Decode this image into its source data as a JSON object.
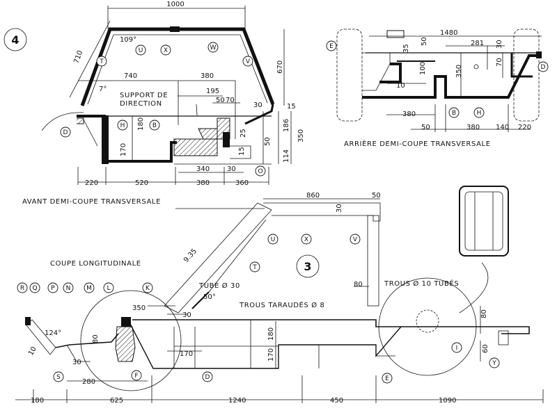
{
  "view_numbers": {
    "front": "4",
    "long": "3"
  },
  "captions": {
    "avant": "AVANT DEMI-COUPE TRANSVERSALE",
    "arriere": "ARRIÈRE DEMI-COUPE TRANSVERSALE",
    "longitudinale": "COUPE LONGITUDINALE",
    "support_line1": "SUPPORT DE",
    "support_line2": "DIRECTION",
    "tube": "TUBE Ø 30",
    "trous_taraudes": "TROUS TARAUDÉS Ø 8",
    "trous_tubes": "TROUS Ø 10 TUBÉS"
  },
  "front_dims": {
    "w1000": "1000",
    "h710": "710",
    "a109": "109°",
    "h670": "670",
    "w740": "740",
    "w380": "380",
    "a7": "7°",
    "w195": "195",
    "w50": "50",
    "w70": "70",
    "w30": "30",
    "w15": "15",
    "h180": "180",
    "h170": "170",
    "h186": "186",
    "h350": "350",
    "h25": "25",
    "h50": "50",
    "h15": "15",
    "h114": "114",
    "w340": "340",
    "w30b": "30",
    "w220": "220",
    "w520": "520",
    "w380b": "380",
    "w360": "360"
  },
  "rear_dims": {
    "w1480": "1480",
    "w281": "281",
    "h35": "35",
    "h50": "50",
    "h30": "30",
    "h100": "100",
    "h70": "70",
    "w10": "10",
    "h350": "350",
    "w380": "380",
    "w50": "50",
    "w380b": "380",
    "w140": "140",
    "w220": "220"
  },
  "long_dims": {
    "w860": "860",
    "w50": "50",
    "h30": "30",
    "d935": "9.35",
    "a50": "50°",
    "w80": "80",
    "w350": "350",
    "w30": "30",
    "a124": "124°",
    "h180": "180",
    "h170": "170",
    "w170": "170",
    "h80": "80",
    "h60": "60",
    "w30b": "30",
    "w10": "10",
    "w280": "280",
    "w180": "180",
    "w625": "625",
    "w1240": "1240",
    "w450": "450",
    "w1090": "1090",
    "h80b": "80",
    "h10": "10"
  },
  "bubbles": {
    "front": [
      "U",
      "X",
      "W",
      "T",
      "V",
      "D",
      "H",
      "B",
      "O"
    ],
    "rear": [
      "E",
      "B",
      "H",
      "D"
    ],
    "long": [
      "R",
      "Q",
      "P",
      "N",
      "M",
      "L",
      "K",
      "U",
      "X",
      "V",
      "T",
      "I",
      "S",
      "F",
      "D",
      "E",
      "Y"
    ]
  }
}
